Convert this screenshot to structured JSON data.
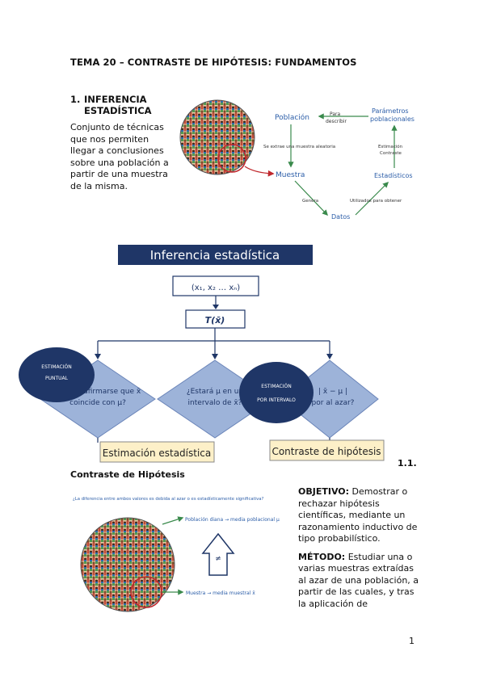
{
  "title": "TEMA 20 – CONTRASTE DE HIPÓTESIS: FUNDAMENTOS",
  "section1": {
    "number": "1.",
    "title_line1": "INFERENCIA",
    "title_line2": "ESTADÍSTICA",
    "body": "Conjunto de técnicas que nos permiten llegar a conclusiones sobre una población a partir de una muestra de la misma."
  },
  "diagram1": {
    "poblacion": "Población",
    "para_describir_1": "Para",
    "para_describir_2": "describir",
    "parametros_1": "Parámetros",
    "parametros_2": "poblacionales",
    "se_extrae": "Se extrae una muestra aleatoria",
    "estimacion_1": "Estimación",
    "estimacion_2": "Contraste",
    "muestra": "Muestra",
    "estadisticos": "Estadísticos",
    "genera": "Genera",
    "utilizados": "Utilizados para obtener",
    "datos": "Datos"
  },
  "flowchart": {
    "header": "Inferencia estadística",
    "sample": "(x₁, x₂ … xₙ)",
    "statistic": "T(x̄)",
    "diamond_left_1": "¿Puede afirmarse que x̄",
    "diamond_left_2": "coincide con μ?",
    "diamond_mid_1": "¿Estará μ en un",
    "diamond_mid_2": "intervalo de x̄?",
    "diamond_right_1": "| x̄ − μ |",
    "diamond_right_2": "por al azar?",
    "oval_left_1": "ESTIMACIÓN",
    "oval_left_2": "PUNTUAL",
    "oval_right_1": "ESTIMACIÓN",
    "oval_right_2": "POR INTERVALO",
    "box_left": "Estimación estadística",
    "box_right": "Contraste de hipótesis"
  },
  "subsection": {
    "number": "1.1.",
    "title": "Contraste de Hipótesis"
  },
  "diagram2": {
    "question": "¿La diferencia entre ambos valores es debida al azar o es estadísticamente significativa?",
    "pop_label": "Población diana → media poblacional μ",
    "sample_label": "Muestra → media muestral x̄",
    "neq": "≠"
  },
  "objetivo": {
    "label": "OBJETIVO:",
    "text": " Demostrar o rechazar hipótesis científicas, mediante un razonamiento inductivo de tipo probabilístico."
  },
  "metodo": {
    "label": "MÉTODO:",
    "text": " Estudiar una o varias muestras extraídas al azar de una población, a partir de las cuales, y tras la aplicación de"
  },
  "page_number": "1",
  "colors": {
    "navy": "#1f3667",
    "green": "#3a8a4c",
    "blue_text": "#2b5da8",
    "diamond": "#9db3d9",
    "red_circle": "#c0282d"
  }
}
